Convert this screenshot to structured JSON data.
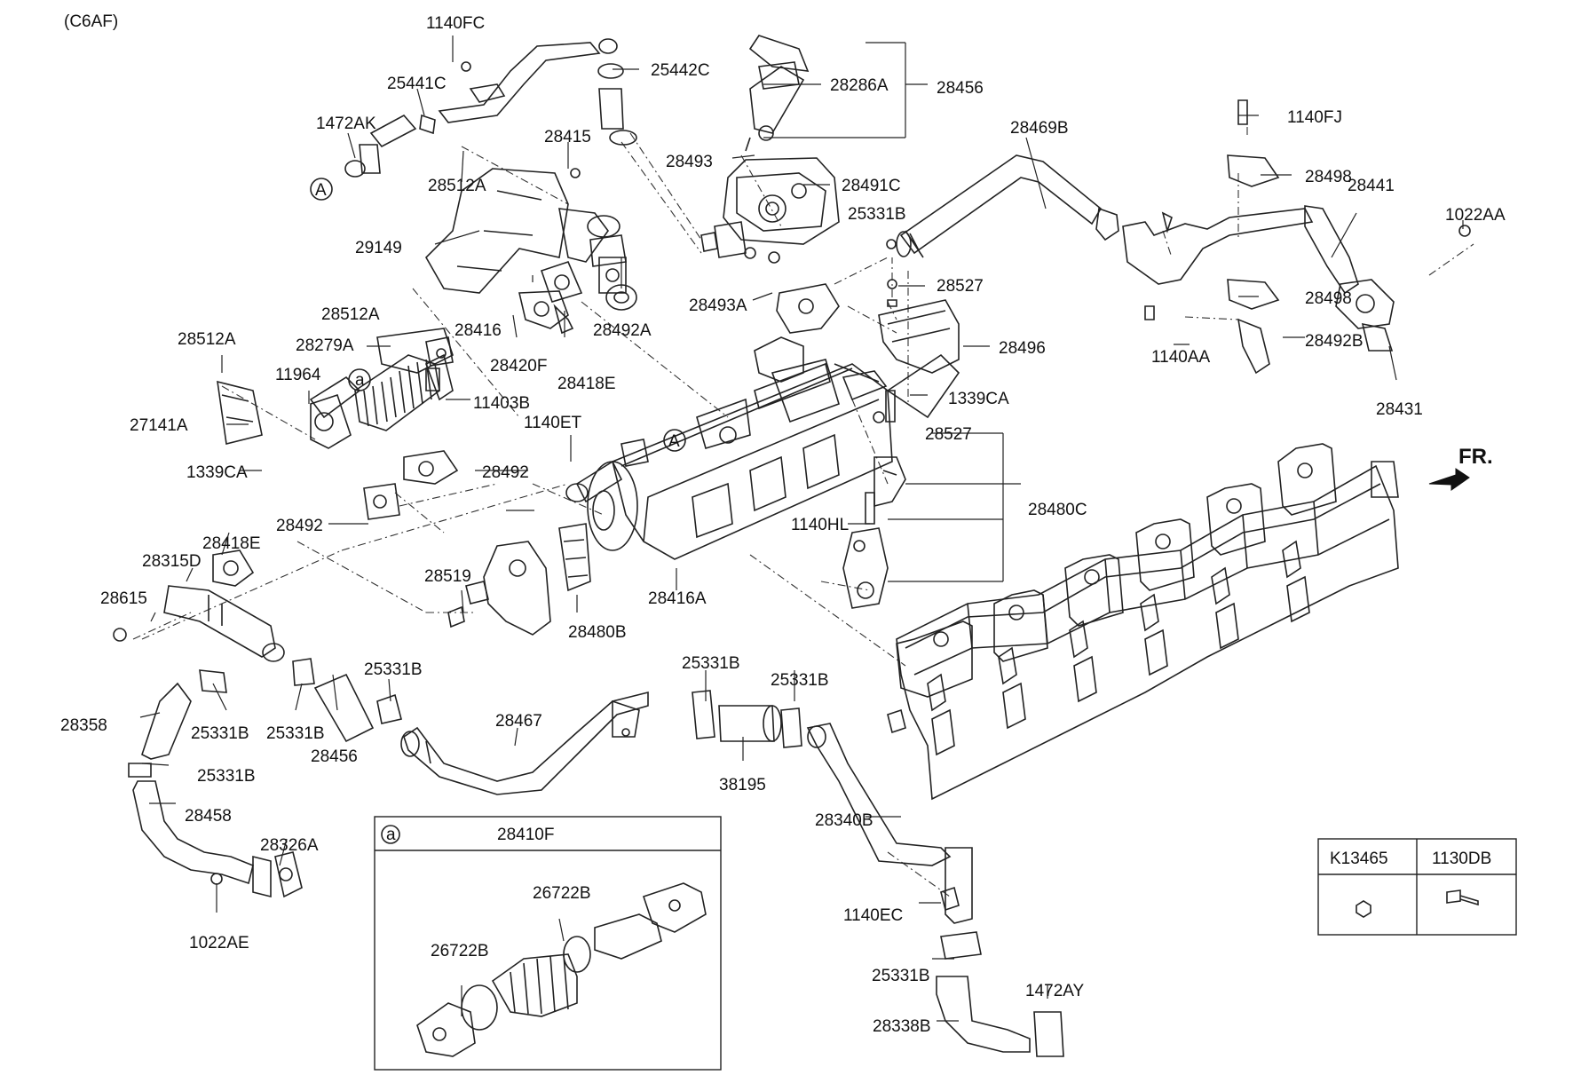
{
  "model_code": "(C6AF)",
  "direction_label": "FR.",
  "callout_a": "a",
  "callout_A": "A",
  "labels": {
    "l1140FC": "1140FC",
    "l25441C": "25441C",
    "l25442C": "25442C",
    "l1472AK": "1472AK",
    "l28512A_top": "28512A",
    "l28415": "28415",
    "l28286A": "28286A",
    "l28456_top": "28456",
    "l28493": "28493",
    "l28491C": "28491C",
    "l25331B_egr": "25331B",
    "l28469B": "28469B",
    "l1140FJ": "1140FJ",
    "l28498_top": "28498",
    "l28441": "28441",
    "l1022AA": "1022AA",
    "l29149": "29149",
    "l28492A": "28492A",
    "l28493A": "28493A",
    "l28527_top": "28527",
    "l28498_bot": "28498",
    "l28512A_mid": "28512A",
    "l28416": "28416",
    "l28420F": "28420F",
    "l28418E_top": "28418E",
    "l28496": "28496",
    "l1140AA": "1140AA",
    "l28492B": "28492B",
    "l28431": "28431",
    "l28512A_left": "28512A",
    "l28279A": "28279A",
    "l11964": "11964",
    "l11403B": "11403B",
    "l1339CA_right": "1339CA",
    "l27141A": "27141A",
    "l1140ET": "1140ET",
    "l28527_mid": "28527",
    "l1339CA_left": "1339CA",
    "l28492_a": "28492",
    "l28492_b": "28492",
    "l1140HL": "1140HL",
    "l28480C": "28480C",
    "l28418E_left": "28418E",
    "l28315D": "28315D",
    "l28519": "28519",
    "l28416A": "28416A",
    "l28615": "28615",
    "l28480B": "28480B",
    "l25331B_p1": "25331B",
    "l25331B_p2": "25331B",
    "l25331B_p3": "25331B",
    "l28358": "28358",
    "l28467": "28467",
    "l25331B_p4": "25331B",
    "l25331B_p5": "25331B",
    "l28456_bot": "28456",
    "l38195": "38195",
    "l25331B_p6": "25331B",
    "l28458": "28458",
    "l28340B": "28340B",
    "l28326A": "28326A",
    "l1022AE": "1022AE",
    "l1140EC": "1140EC",
    "l25331B_p7": "25331B",
    "l1472AY": "1472AY",
    "l28338B": "28338B"
  },
  "inset": {
    "marker": "a",
    "title": "28410F",
    "label_26722B_upper": "26722B",
    "label_26722B_lower": "26722B"
  },
  "legend": {
    "col1": "K13465",
    "col2": "1130DB"
  }
}
